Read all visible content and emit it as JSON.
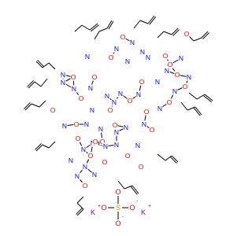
{
  "colors": {
    "carbon_bond": "#000000",
    "nitrogen": "#0000FF",
    "oxygen": "#FF0000",
    "sulfur": "#B3A100",
    "potassium": "#8000B0",
    "background": "#FFFFFF"
  },
  "atom_letters": {
    "N": "N",
    "O": "O"
  },
  "salt": {
    "k_left": "K",
    "k_left_charge": "+",
    "k_right": "K",
    "k_right_charge": "+",
    "sulfur": "S",
    "o_top": "O",
    "o_left": "O",
    "o_right": "O",
    "o_right_charge": "-",
    "o_bottom": "O",
    "o_bottom_charge": "-"
  }
}
